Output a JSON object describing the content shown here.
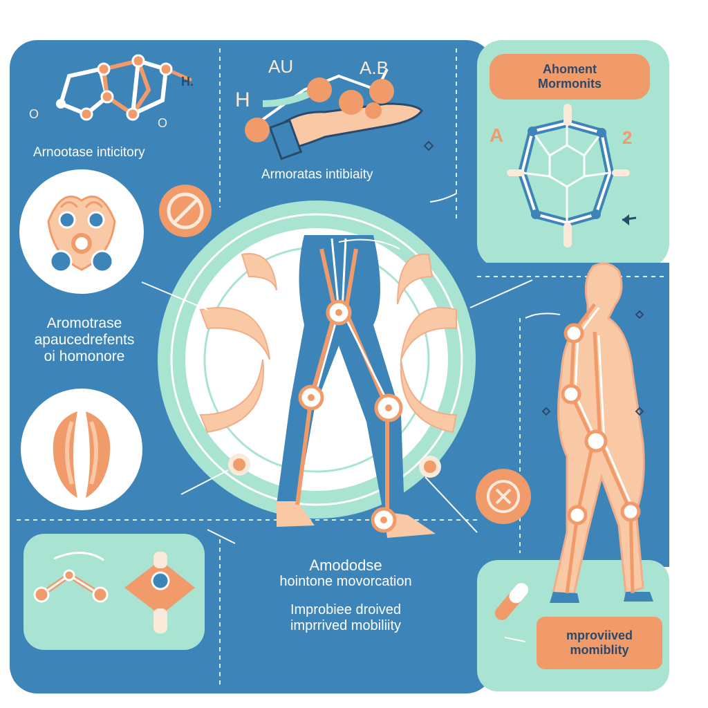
{
  "colors": {
    "background": "#ffffff",
    "panel_blue": "#3d84b8",
    "panel_mint": "#a9e3d2",
    "accent_orange": "#f19a6a",
    "skin": "#f9c9a6",
    "text_navy": "#2a4a6b"
  },
  "top_left": {
    "molecule_label": "Arnootase inticitory",
    "atom_o_left": "O",
    "atom_o_right": "O",
    "atom_h": "H."
  },
  "top_center": {
    "label": "Armoratas intibiaity",
    "atom_au": "AU",
    "atom_ab": "A.B",
    "atom_h": "H"
  },
  "top_right": {
    "callout_line1": "Ahoment",
    "callout_line2": "Mormonits",
    "ring_label_a": "A",
    "ring_label_2": "2"
  },
  "middle_left": {
    "line1": "Aromotrase",
    "line2": "apaucedrefents",
    "line3": "oi homonore"
  },
  "bottom_center": {
    "line1": "Amododse",
    "line2": "hointone movorcation",
    "line3": "Improbiee droived",
    "line4": "imprrived mobiliity"
  },
  "bottom_right": {
    "callout_line1": "mproviived",
    "callout_line2": "momiblity"
  },
  "icons": [
    "no-symbol-icon",
    "close-circle-icon",
    "pill-icon",
    "arrow-icon"
  ]
}
